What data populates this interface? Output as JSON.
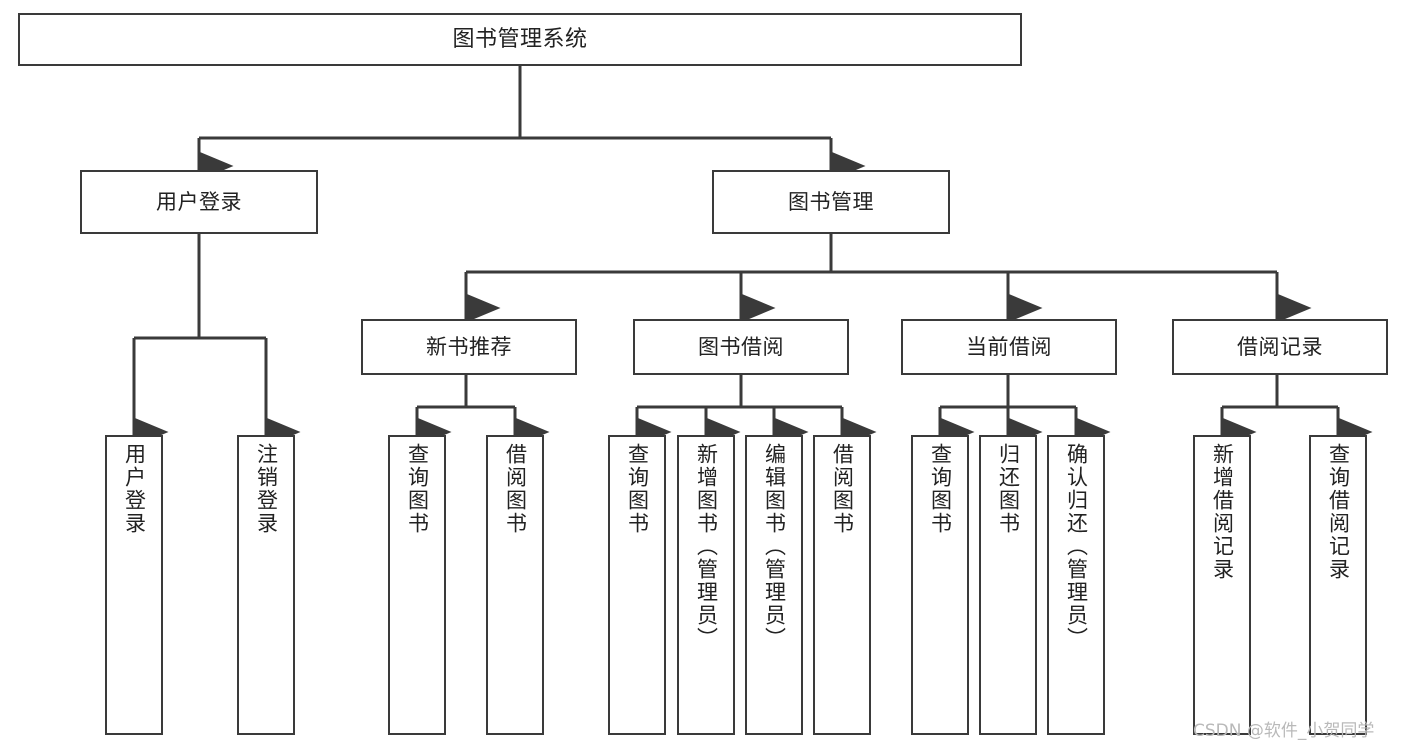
{
  "diagram": {
    "title": "图书管理系统",
    "type": "tree",
    "stroke_color": "#3a3a3a",
    "text_color": "#222222",
    "background": "#ffffff",
    "watermark": "CSDN @软件_小贺同学",
    "nodes": {
      "root": {
        "label": "图书管理系统",
        "level": 1
      },
      "l2_0": {
        "label": "用户登录",
        "level": 2
      },
      "l2_1": {
        "label": "图书管理",
        "level": 2
      },
      "l3_0": {
        "label": "新书推荐",
        "level": 3
      },
      "l3_1": {
        "label": "图书借阅",
        "level": 3
      },
      "l3_2": {
        "label": "当前借阅",
        "level": 3
      },
      "l3_3": {
        "label": "借阅记录",
        "level": 3
      },
      "leaf_0": {
        "label": "用户登录",
        "level": 4,
        "parent": "用户登录"
      },
      "leaf_1": {
        "label": "注销登录",
        "level": 4,
        "parent": "用户登录"
      },
      "leaf_2": {
        "label": "查询图书",
        "level": 4,
        "parent": "新书推荐"
      },
      "leaf_3": {
        "label": "借阅图书",
        "level": 4,
        "parent": "新书推荐"
      },
      "leaf_4": {
        "label": "查询图书",
        "level": 4,
        "parent": "图书借阅"
      },
      "leaf_5": {
        "label": "新增图书（管理员）",
        "level": 4,
        "parent": "图书借阅"
      },
      "leaf_6": {
        "label": "编辑图书（管理员）",
        "level": 4,
        "parent": "图书借阅"
      },
      "leaf_7": {
        "label": "借阅图书",
        "level": 4,
        "parent": "图书借阅"
      },
      "leaf_8": {
        "label": "查询图书",
        "level": 4,
        "parent": "当前借阅"
      },
      "leaf_9": {
        "label": "归还图书",
        "level": 4,
        "parent": "当前借阅"
      },
      "leaf_10": {
        "label": "确认归还（管理员）",
        "level": 4,
        "parent": "当前借阅"
      },
      "leaf_11": {
        "label": "新增借阅记录",
        "level": 4,
        "parent": "借阅记录"
      },
      "leaf_12": {
        "label": "查询借阅记录",
        "level": 4,
        "parent": "借阅记录"
      }
    }
  }
}
